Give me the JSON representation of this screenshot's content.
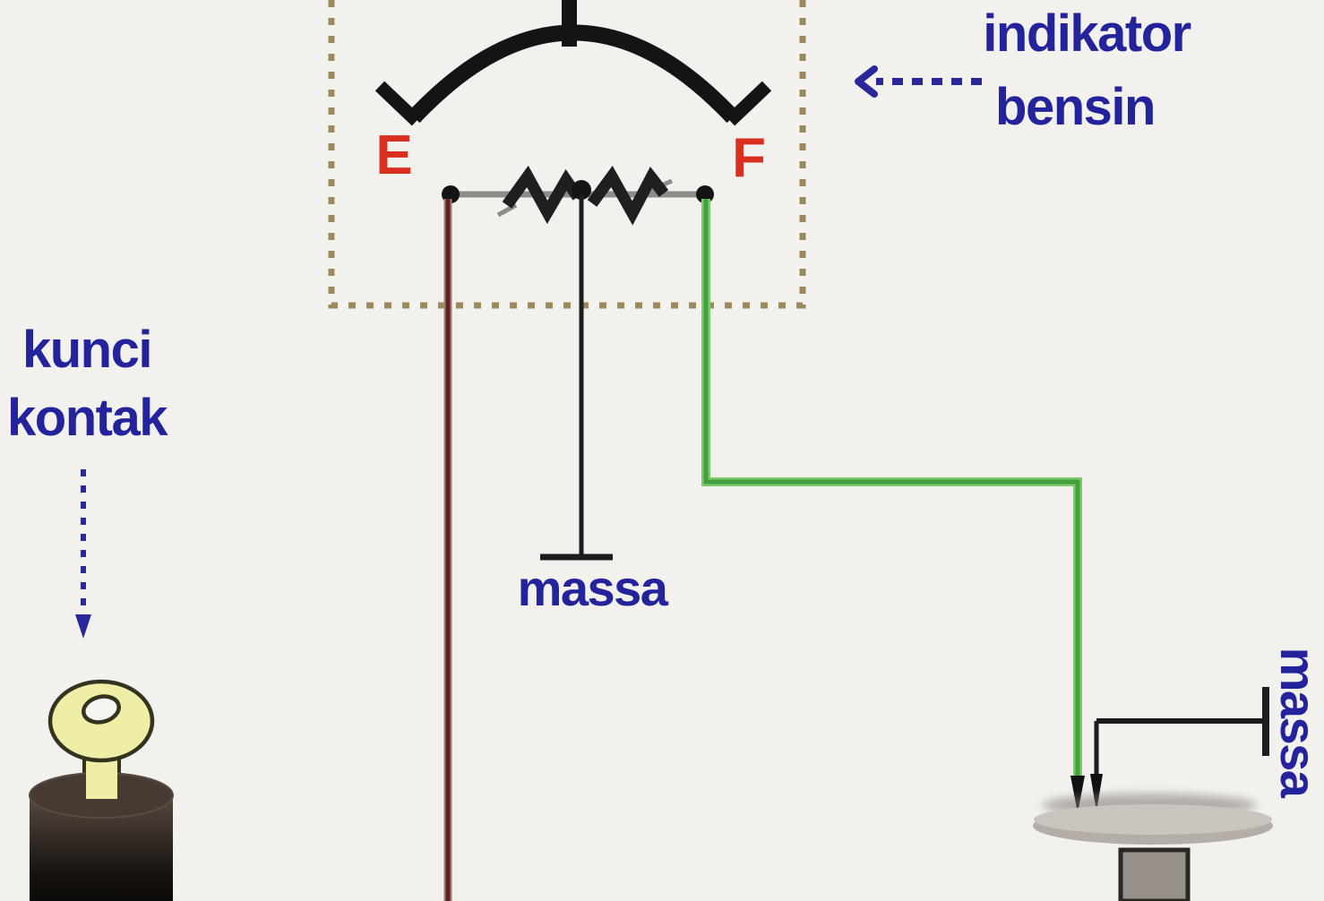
{
  "labels": {
    "indicator": {
      "line1": "indikator",
      "line2": "bensin"
    },
    "ignition": {
      "line1": "kunci",
      "line2": "kontak"
    },
    "ground_center": "massa",
    "ground_sender": "massa",
    "gauge": {
      "empty": "E",
      "full": "F"
    }
  },
  "colors": {
    "background": "#f3f1ee",
    "label_blue": "#23239b",
    "gauge_letter_red": "#da2f1e",
    "dashed_box_tan": "#9c8a5e",
    "wire_red_core": "#5e2122",
    "wire_red_edge": "#a57c74",
    "wire_green_core": "#44a03c",
    "wire_green_edge": "#7ccb6e",
    "wire_black": "#1c1c1c",
    "gauge_black": "#141414",
    "resistor_bar_gray": "#8e8c89",
    "key_yellow": "#f0eda6",
    "disc_gray": "#cac4be",
    "pedestal_gray": "#98908a"
  }
}
